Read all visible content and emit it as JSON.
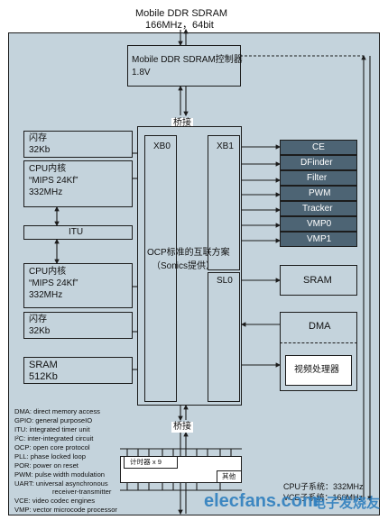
{
  "top_label": {
    "line1": "Mobile DDR SDRAM",
    "line2": "166MHz，64bit"
  },
  "ddr_controller": {
    "line1": "Mobile DDR SDRAM控制器",
    "line2": "1.8V"
  },
  "bridge_top": "桥接",
  "bridge_bottom": "桥接",
  "flash_top": {
    "line1": "闪存",
    "line2": "32Kb"
  },
  "cpu1": {
    "line1": "CPU内核",
    "line2": "“MIPS 24Kf”",
    "line3": "332MHz"
  },
  "itu": "ITU",
  "cpu2": {
    "line1": "CPU内核",
    "line2": "“MIPS 24Kf”",
    "line3": "332MHz"
  },
  "flash_bottom": {
    "line1": "闪存",
    "line2": "32Kb"
  },
  "sram_left": {
    "line1": "SRAM",
    "line2": "512Kb"
  },
  "xb0": "XB0",
  "xb1": "XB1",
  "sl0": "SL0",
  "ocp": {
    "line1": "OCP标准的互联方案",
    "line2": "（Sonics提供）"
  },
  "modules": [
    "CE",
    "DFinder",
    "Filter",
    "PWM",
    "Tracker",
    "VMP0",
    "VMP1"
  ],
  "sram_right": "SRAM",
  "dma": "DMA",
  "video": "视频处理器",
  "legend": [
    "DMA: direct memory access",
    "GPIO: general purposeIO",
    "ITU: integrated timer unit",
    "I²C: inter-integrated circuit",
    "OCP: open core protocol",
    "PLL: phase locked loop",
    "POR: power on reset",
    "PWM: pulse width modulation",
    "UART: universal asynchronous",
    "receiver-transmitter",
    "VCE: video codec engines",
    "VMP: vector microcode processor"
  ],
  "timer": "计时器 x 9",
  "other": "其他",
  "cpu_clock": "CPU子系统：332MHz",
  "vce_clock": "VCE子系统：166MHz",
  "watermark": {
    "site": "elecfans.com",
    "cn": "电子发烧友"
  },
  "colors": {
    "block": "#c4d3dc",
    "module_dark": "#4d6474",
    "outline": "#1c1c1c",
    "watermark": "#2f7fbf"
  }
}
